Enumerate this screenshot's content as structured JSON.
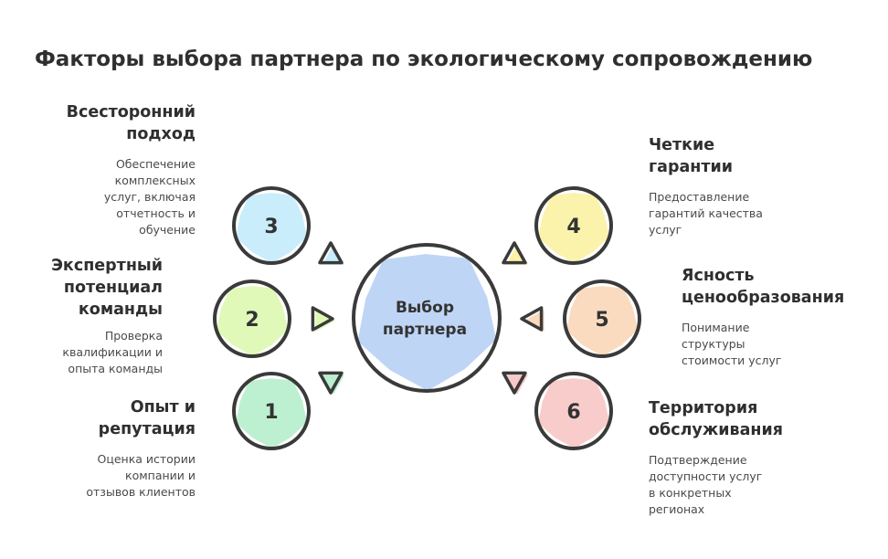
{
  "title": "Факторы выбора партнера по экологическому сопровождению",
  "center": {
    "label_line1": "Выбор",
    "label_line2": "партнера",
    "color": "#bcd3f5"
  },
  "factors": [
    {
      "number": "1",
      "title_line1": "Опыт и",
      "title_line2": "репутация",
      "desc": [
        "Оценка истории",
        "компании и",
        "отзывов клиентов"
      ],
      "color": "#b9efcf"
    },
    {
      "number": "2",
      "title_line1": "Экспертный",
      "title_line2": "потенциал",
      "title_line3": "команды",
      "desc": [
        "Проверка",
        "квалификации и",
        "опыта команды"
      ],
      "color": "#def9b4"
    },
    {
      "number": "3",
      "title_line1": "Всесторонний",
      "title_line2": "подход",
      "desc": [
        "Обеспечение",
        "комплексных",
        "услуг, включая",
        "отчетность и",
        "обучение"
      ],
      "color": "#c7ecfb"
    },
    {
      "number": "4",
      "title_line1": "Четкие",
      "title_line2": "гарантии",
      "desc": [
        "Предоставление",
        "гарантий качества",
        "услуг"
      ],
      "color": "#fbf2a6"
    },
    {
      "number": "5",
      "title_line1": "Ясность",
      "title_line2": "ценообразования",
      "desc": [
        "Понимание",
        "структуры",
        "стоимости услуг"
      ],
      "color": "#fbd9bd"
    },
    {
      "number": "6",
      "title_line1": "Территория",
      "title_line2": "обслуживания",
      "desc": [
        "Подтверждение",
        "доступности услуг",
        "в конкретных",
        "регионах"
      ],
      "color": "#f9c9c9"
    }
  ],
  "arrows": [
    {
      "direction": "down",
      "color": "#b9efcf"
    },
    {
      "direction": "right",
      "color": "#def9b4"
    },
    {
      "direction": "up",
      "color": "#c7ecfb"
    },
    {
      "direction": "up",
      "color": "#fbf2a6"
    },
    {
      "direction": "left",
      "color": "#fbd9bd"
    },
    {
      "direction": "down",
      "color": "#f9c9c9"
    }
  ]
}
